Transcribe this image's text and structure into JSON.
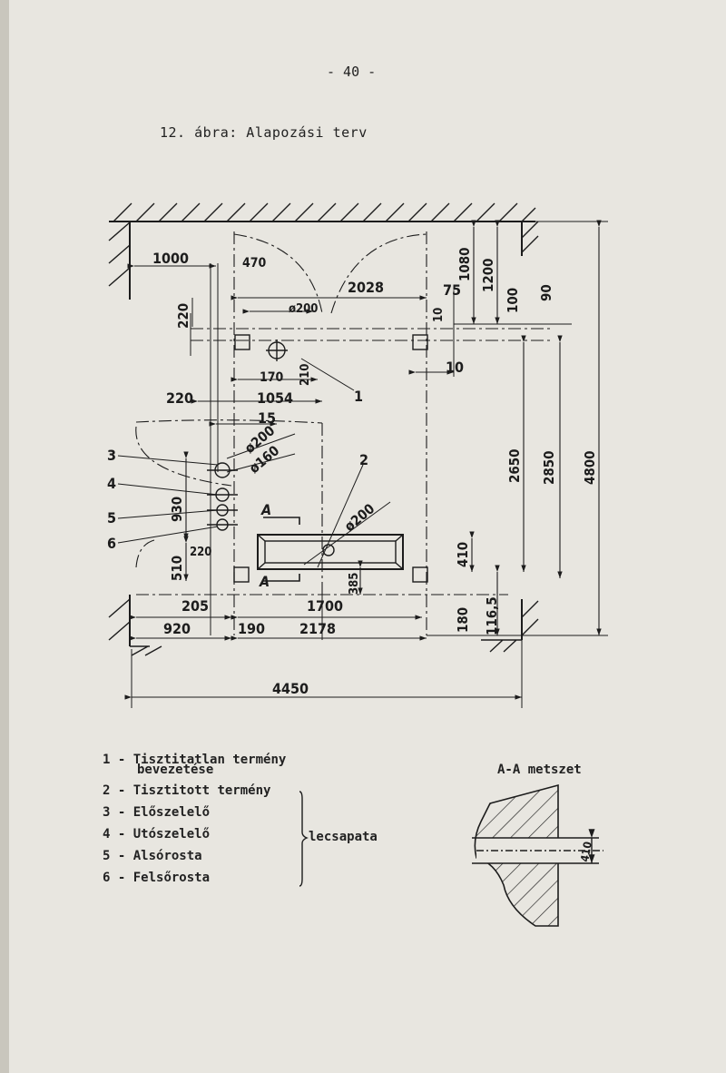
{
  "page_number": "- 40 -",
  "caption": "12. ábra: Alapozási terv",
  "dimensions": {
    "d1000": "1000",
    "d470": "470",
    "d2028": "2028",
    "d75": "75",
    "d1080": "1080",
    "d1200": "1200",
    "d220a": "220",
    "d200a": "ø200",
    "d10a": "10",
    "d100": "100",
    "d90": "90",
    "d170": "170",
    "d210": "210",
    "d10b": "10",
    "d220b": "220",
    "d1054": "1054",
    "d15": "15",
    "d200b": "ø200",
    "d160": "ø160",
    "d200c": "ø200",
    "d930": "930",
    "d510": "510",
    "d220c": "220",
    "d385": "385",
    "d410": "410",
    "d2650": "2650",
    "d2850": "2850",
    "d4800": "4800",
    "d205": "205",
    "d1700": "1700",
    "d920": "920",
    "d190": "190",
    "d2178": "2178",
    "d180": "180",
    "d1165": "116,5",
    "d4450": "4450",
    "secA1": "A",
    "secA2": "A"
  },
  "callouts": {
    "c1": "1",
    "c2": "2",
    "c3": "3",
    "c4": "4",
    "c5": "5",
    "c6": "6"
  },
  "legend": {
    "items": [
      {
        "num": "1",
        "text": "Tisztitatlan termény",
        "cont": "bevezetése"
      },
      {
        "num": "2",
        "text": "Tisztitott termény"
      },
      {
        "num": "3",
        "text": "Előszelelő"
      },
      {
        "num": "4",
        "text": "Utószelelő"
      },
      {
        "num": "5",
        "text": "Alsórosta"
      },
      {
        "num": "6",
        "text": "Felsőrosta"
      }
    ],
    "brace_label": "lecsapata"
  },
  "section": {
    "title": "A-A metszet",
    "dim": "410"
  }
}
